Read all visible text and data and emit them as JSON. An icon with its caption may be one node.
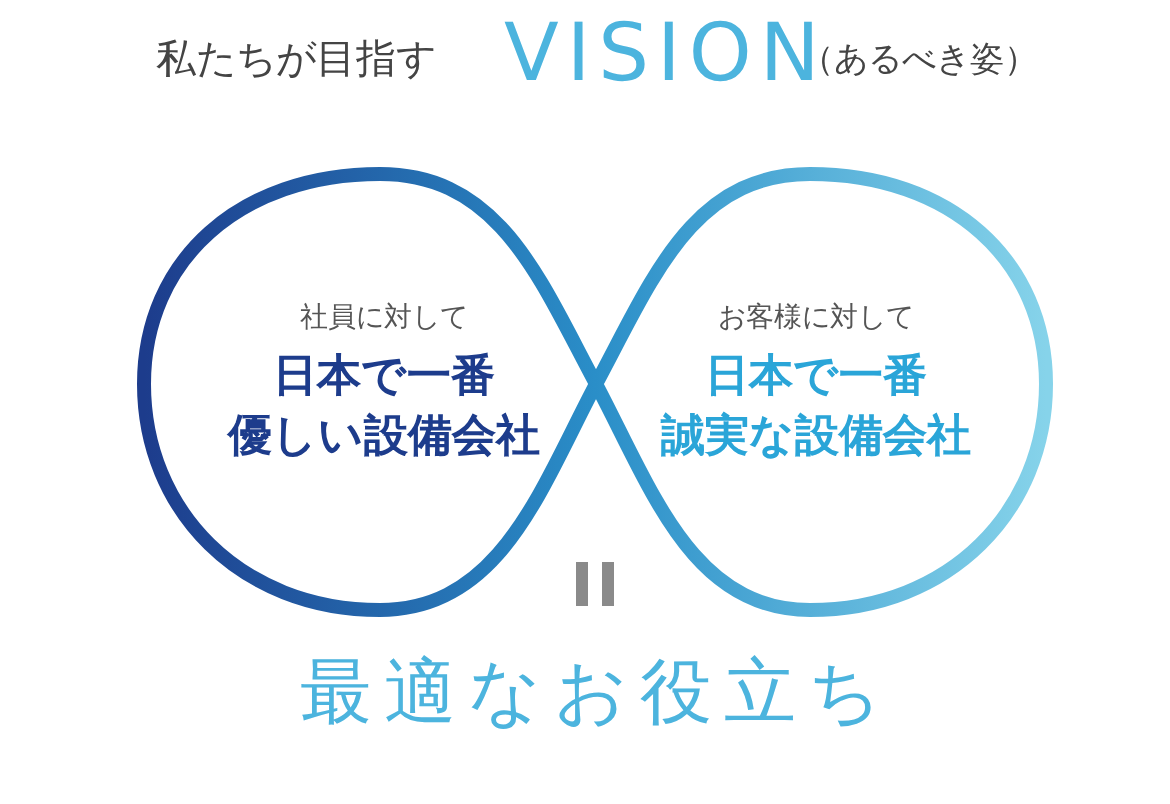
{
  "diagram": {
    "nodes": [
      {
        "text": [
          "社員に対して",
          "日本で一番",
          "優しい設備会社"
        ]
      },
      {
        "text": [
          "お客様に対して",
          "日本で一番",
          "誠実な設備会社"
        ]
      }
    ],
    "labels": [
      "私たちが目指す",
      "VISION",
      "（あるべき姿）",
      "最適なお役立ち"
    ]
  }
}
